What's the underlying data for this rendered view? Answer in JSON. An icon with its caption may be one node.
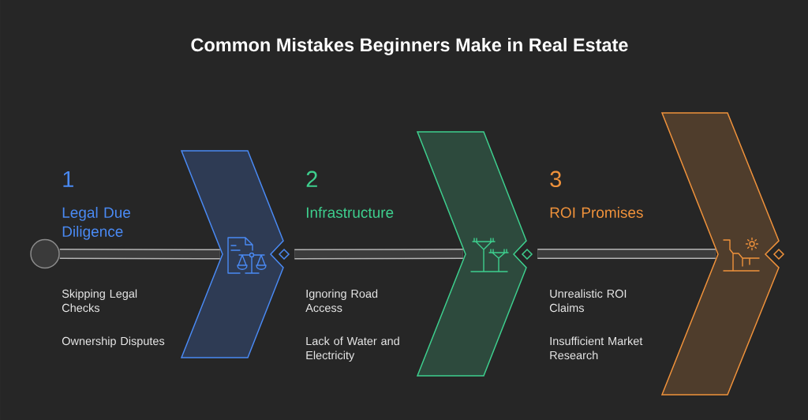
{
  "diagram": {
    "title": "Common Mistakes Beginners Make in Real Estate",
    "nodes": [
      {
        "text": [],
        "shape": "circle"
      },
      {
        "text": [],
        "shape": "chevron"
      },
      {
        "text": [],
        "shape": "chevron"
      },
      {
        "text": [],
        "shape": "chevron"
      }
    ],
    "edges": [
      {
        "from": 0,
        "to": 1,
        "arrow": "none"
      },
      {
        "from": 1,
        "to": 2,
        "arrow": "none"
      },
      {
        "from": 2,
        "to": 3,
        "arrow": "none"
      }
    ],
    "labels": [
      "1",
      "Legal Due Diligence",
      "Skipping Legal Checks",
      "Ownership Disputes",
      "2",
      "Infrastructure",
      "Ignoring Road Access",
      "Lack of Water and Electricity",
      "3",
      "ROI Promises",
      "Unrealistic ROI Claims",
      "Insufficient Market Research"
    ]
  }
}
